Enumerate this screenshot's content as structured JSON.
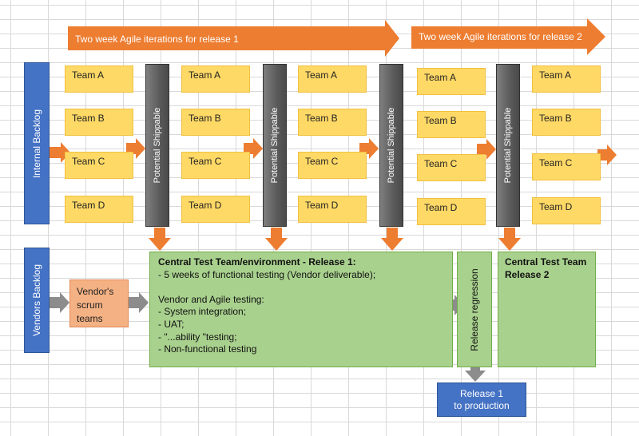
{
  "banners": {
    "release1": "Two week Agile  iterations for release 1",
    "release2": "Two week Agile  iterations for release 2"
  },
  "backlogs": {
    "internal": "Internal Backlog",
    "vendors": "Vendors Backlog"
  },
  "teams": {
    "a": "Team A",
    "b": "Team B",
    "c": "Team C",
    "d": "Team D"
  },
  "potential_shippable": "Potential Shippable",
  "vendor_scrum": "Vendor's scrum teams",
  "central_test_r1": {
    "title": "Central Test Team/environment - Release 1:",
    "lines": [
      "- 5 weeks of functional testing (Vendor deliverable);",
      "",
      "Vendor and Agile testing:",
      "- System integration;",
      "- UAT;",
      "- \"...ability \"testing;",
      "- Non-functional testing"
    ]
  },
  "release_regression": "Release regression",
  "central_test_r2": {
    "line1": "Central Test Team",
    "line2": "Release 2"
  },
  "release_prod": {
    "line1": "Release 1",
    "line2": "to production"
  },
  "colors": {
    "orange": "#ed7d31",
    "blue": "#4472c4",
    "green": "#a9d18e",
    "yellow": "#ffd966",
    "grey": "#7f7f7f",
    "salmon": "#f4b183"
  }
}
